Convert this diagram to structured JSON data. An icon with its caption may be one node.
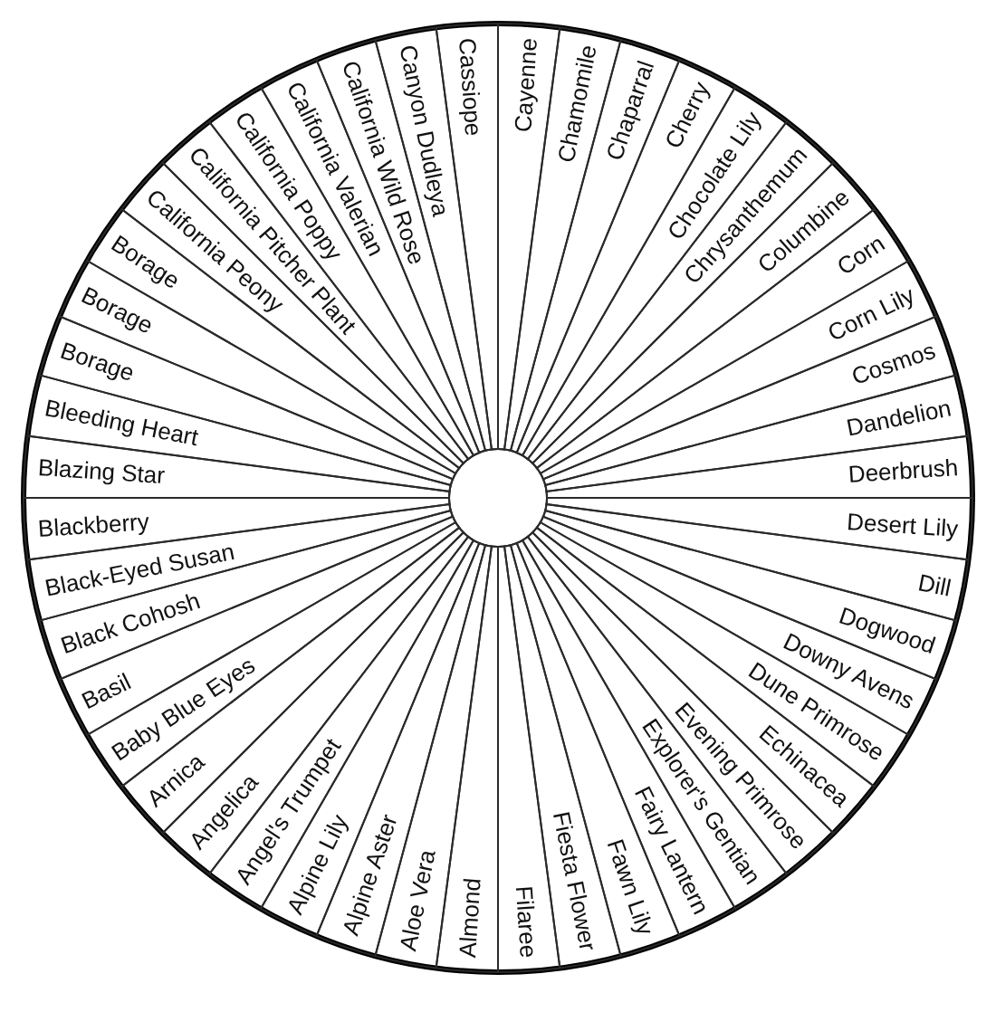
{
  "diagram": {
    "nodes": [
      {
        "text": [
          "Almond"
        ]
      },
      {
        "text": [
          "Aloe Vera"
        ]
      },
      {
        "text": [
          "Alpine Aster"
        ]
      },
      {
        "text": [
          "Alpine Lily"
        ]
      },
      {
        "text": [
          "Angel's Trumpet"
        ]
      },
      {
        "text": [
          "Angelica"
        ]
      },
      {
        "text": [
          "Arnica"
        ]
      },
      {
        "text": [
          "Baby Blue Eyes"
        ]
      },
      {
        "text": [
          "Basil"
        ]
      },
      {
        "text": [
          "Black Cohosh"
        ]
      },
      {
        "text": [
          "Black-Eyed Susan"
        ]
      },
      {
        "text": [
          "Blackberry"
        ]
      },
      {
        "text": [
          "Blazing Star"
        ]
      },
      {
        "text": [
          "Bleeding Heart"
        ]
      },
      {
        "text": [
          "Borage"
        ]
      },
      {
        "text": [
          "Borage"
        ]
      },
      {
        "text": [
          "Borage"
        ]
      },
      {
        "text": [
          "California Peony"
        ]
      },
      {
        "text": [
          "California Pitcher Plant"
        ]
      },
      {
        "text": [
          "California Poppy"
        ]
      },
      {
        "text": [
          "California Valerian"
        ]
      },
      {
        "text": [
          "California Wild Rose"
        ]
      },
      {
        "text": [
          "Canyon Dudleya"
        ]
      },
      {
        "text": [
          "Cassiope"
        ]
      },
      {
        "text": [
          "Cayenne"
        ]
      },
      {
        "text": [
          "Chamomile"
        ]
      },
      {
        "text": [
          "Chaparral"
        ]
      },
      {
        "text": [
          "Cherry"
        ]
      },
      {
        "text": [
          "Chocolate Lily"
        ]
      },
      {
        "text": [
          "Chrysanthemum"
        ]
      },
      {
        "text": [
          "Columbine"
        ]
      },
      {
        "text": [
          "Corn"
        ]
      },
      {
        "text": [
          "Corn Lily"
        ]
      },
      {
        "text": [
          "Cosmos"
        ]
      },
      {
        "text": [
          "Dandelion"
        ]
      },
      {
        "text": [
          "Deerbrush"
        ]
      },
      {
        "text": [
          "Desert Lily"
        ]
      },
      {
        "text": [
          "Dill"
        ]
      },
      {
        "text": [
          "Dogwood"
        ]
      },
      {
        "text": [
          "Downy Avens"
        ]
      },
      {
        "text": [
          "Dune Primrose"
        ]
      },
      {
        "text": [
          "Echinacea"
        ]
      },
      {
        "text": [
          "Evening Primrose"
        ]
      },
      {
        "text": [
          "Explorer's Gentian"
        ]
      },
      {
        "text": [
          "Fairy Lantern"
        ]
      },
      {
        "text": [
          "Fawn Lily"
        ]
      },
      {
        "text": [
          "Fiesta Flower"
        ]
      },
      {
        "text": [
          "Filaree"
        ]
      }
    ]
  }
}
